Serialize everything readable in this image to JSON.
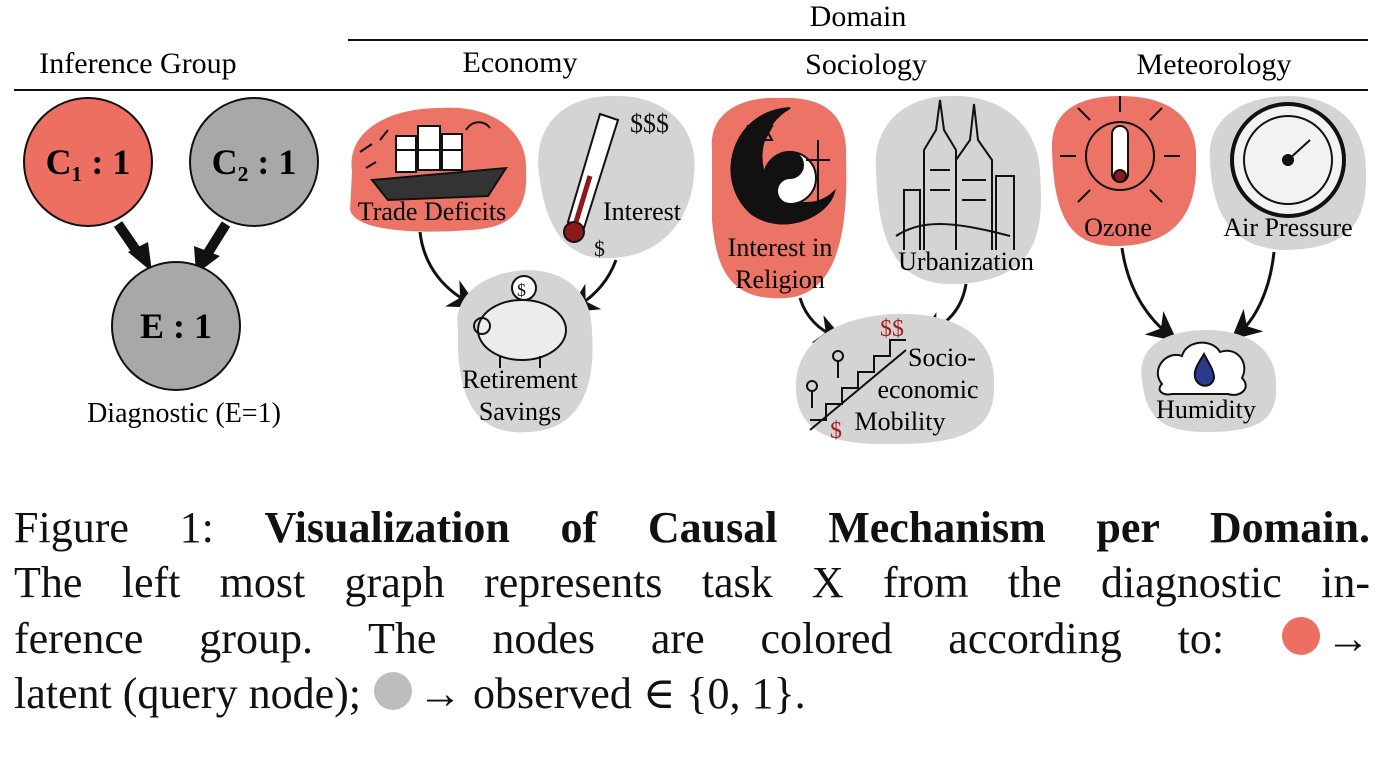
{
  "header": {
    "inference_group_label": "Inference Group",
    "domain_label": "Domain",
    "domains": [
      "Economy",
      "Sociology",
      "Meteorology"
    ]
  },
  "graph": {
    "cause1": "C₁ : 1",
    "cause2": "C₂ : 1",
    "effect": "E : 1",
    "label": "Diagnostic (E=1)"
  },
  "economy": {
    "cause1": "Trade Deficits",
    "cause2": "Interest",
    "effect_line1": "Retirement",
    "effect_line2": "Savings"
  },
  "sociology": {
    "cause1_line1": "Interest in",
    "cause1_line2": "Religion",
    "cause2": "Urbanization",
    "effect_line1": "Socio-",
    "effect_line2": "economic",
    "effect_line3": "Mobility"
  },
  "meteorology": {
    "cause1": "Ozone",
    "cause2": "Air Pressure",
    "effect": "Humidity"
  },
  "caption": {
    "figure_label": "Figure 1:",
    "bold_title": "Visualization of Causal Mechanism per Domain.",
    "line2": "The left most graph represents task X from the diagnostic in-",
    "line3_text": "ference group.  The nodes are colored according to:",
    "arrow": "→",
    "line4_latent": "latent (query node);",
    "line4_observed": "→ observed ∈ {0, 1}."
  },
  "colors": {
    "latent": "#ec6f62",
    "observed": "#bdbdbd",
    "node_gray": "#a8a8a8",
    "blob_gray": "#d4d4d4",
    "blob_red": "#ec7466"
  },
  "icons": [
    "cargo-ship-icon",
    "thermometer-dollar-icon",
    "piggy-bank-icon",
    "religion-symbols-icon",
    "skyline-icon",
    "staircase-icon",
    "sun-thermometer-icon",
    "barometer-icon",
    "cloud-drop-icon"
  ]
}
